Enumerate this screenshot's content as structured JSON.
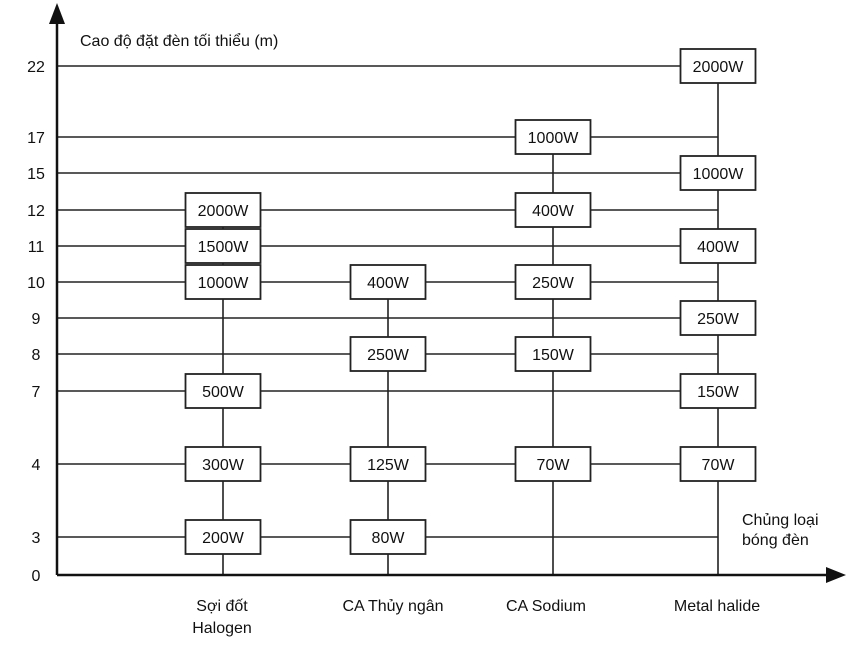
{
  "title": "Cao độ đặt đèn tối thiểu (m)",
  "x_axis_label": [
    "Chủng loại",
    "bóng đèn"
  ],
  "y_ticks": [
    22,
    17,
    15,
    12,
    11,
    10,
    9,
    8,
    7,
    4,
    3,
    0
  ],
  "categories": [
    {
      "name": [
        "Sợi đốt",
        "Halogen"
      ]
    },
    {
      "name": [
        "CA Thủy ngân"
      ]
    },
    {
      "name": [
        "CA Sodium"
      ]
    },
    {
      "name": [
        "Metal halide"
      ]
    }
  ],
  "chart_data": {
    "type": "table",
    "title": "Cao độ đặt đèn tối thiểu (m)",
    "xlabel": "Chủng loại bóng đèn",
    "ylabel": "Cao độ đặt đèn tối thiểu (m)",
    "y_ticks": [
      0,
      3,
      4,
      7,
      8,
      9,
      10,
      11,
      12,
      15,
      17,
      22
    ],
    "categories": [
      "Sợi đốt Halogen",
      "CA Thủy ngân",
      "CA Sodium",
      "Metal halide"
    ],
    "series": [
      {
        "name": "Sợi đốt Halogen",
        "points": [
          {
            "height": 3,
            "power": "200W"
          },
          {
            "height": 4,
            "power": "300W"
          },
          {
            "height": 7,
            "power": "500W"
          },
          {
            "height": 10,
            "power": "1000W"
          },
          {
            "height": 11,
            "power": "1500W"
          },
          {
            "height": 12,
            "power": "2000W"
          }
        ]
      },
      {
        "name": "CA Thủy ngân",
        "points": [
          {
            "height": 3,
            "power": "80W"
          },
          {
            "height": 4,
            "power": "125W"
          },
          {
            "height": 8,
            "power": "250W"
          },
          {
            "height": 10,
            "power": "400W"
          }
        ]
      },
      {
        "name": "CA Sodium",
        "points": [
          {
            "height": 4,
            "power": "70W"
          },
          {
            "height": 8,
            "power": "150W"
          },
          {
            "height": 10,
            "power": "250W"
          },
          {
            "height": 12,
            "power": "400W"
          },
          {
            "height": 17,
            "power": "1000W"
          }
        ]
      },
      {
        "name": "Metal halide",
        "points": [
          {
            "height": 4,
            "power": "70W"
          },
          {
            "height": 7,
            "power": "150W"
          },
          {
            "height": 9,
            "power": "250W"
          },
          {
            "height": 11,
            "power": "400W"
          },
          {
            "height": 15,
            "power": "1000W"
          },
          {
            "height": 22,
            "power": "2000W"
          }
        ]
      }
    ]
  }
}
